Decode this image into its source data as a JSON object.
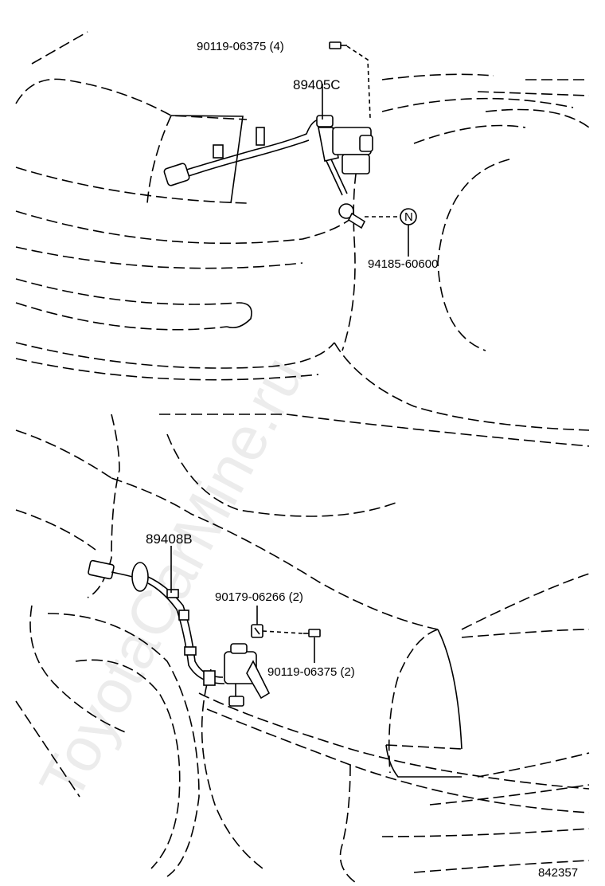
{
  "parts": {
    "top_bolt": "90119-06375 (4)",
    "top_sensor": "89405C",
    "top_screw_code": "94185-60600",
    "top_screw_marker": "N",
    "bottom_sensor": "89408B",
    "bottom_clip": "90179-06266 (2)",
    "bottom_bolt": "90119-06375 (2)"
  },
  "figure_number": "842357",
  "watermark": "ToyotaCarMine.ru"
}
